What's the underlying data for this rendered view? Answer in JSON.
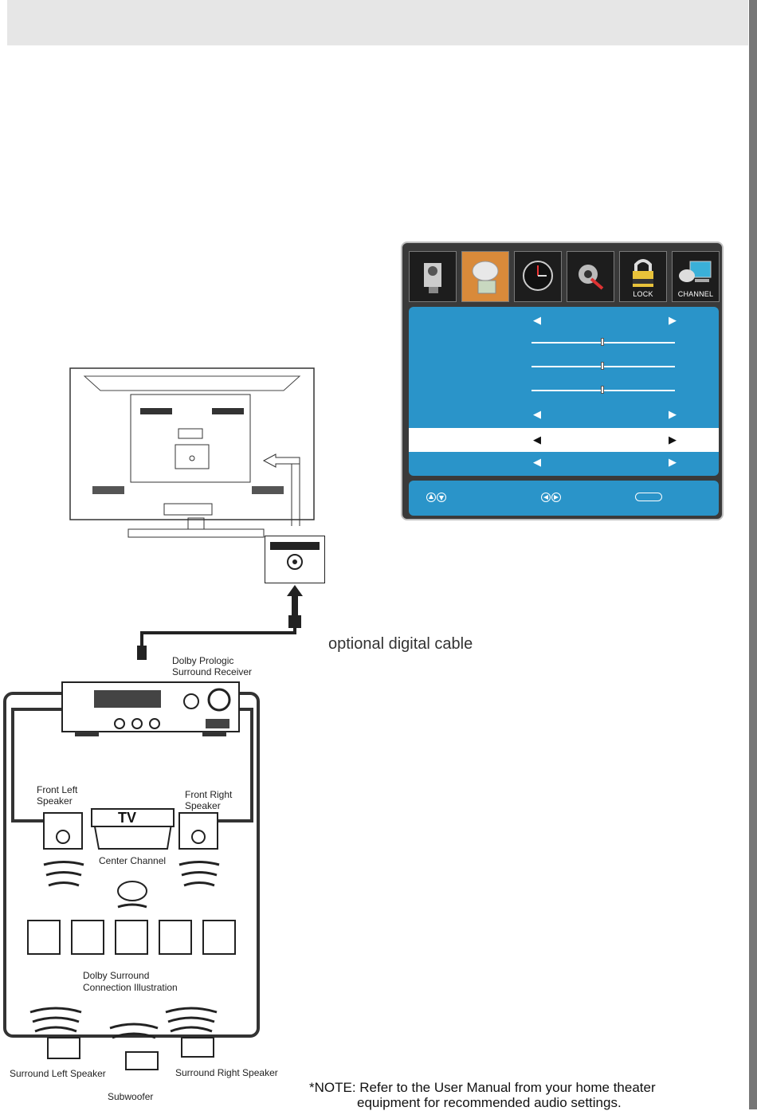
{
  "osd": {
    "tabs": [
      {
        "icon": "camera-icon",
        "label": ""
      },
      {
        "icon": "satellite-dish-icon",
        "label": ""
      },
      {
        "icon": "clock-icon",
        "label": ""
      },
      {
        "icon": "setup-tools-icon",
        "label": ""
      },
      {
        "icon": "lock-icon",
        "label": "LOCK"
      },
      {
        "icon": "channel-tv-icon",
        "label": "CHANNEL"
      }
    ]
  },
  "diagram": {
    "cable_label": "optional digital cable",
    "receiver_label_1": "Dolby Prologic",
    "receiver_label_2": "Surround Receiver",
    "front_left_1": "Front Left",
    "front_left_2": "Speaker",
    "front_right_1": "Front Right",
    "front_right_2": "Speaker",
    "tv_label": "TV",
    "center_label": "Center Channel",
    "surround_1": "Dolby Surround",
    "surround_2": "Connection Illustration",
    "surround_left": "Surround Left Speaker",
    "surround_right": "Surround Right Speaker",
    "subwoofer": "Subwoofer"
  },
  "note": {
    "line1": "*NOTE: Refer to the User Manual from your home theater",
    "line2": "equipment for recommended audio settings."
  }
}
